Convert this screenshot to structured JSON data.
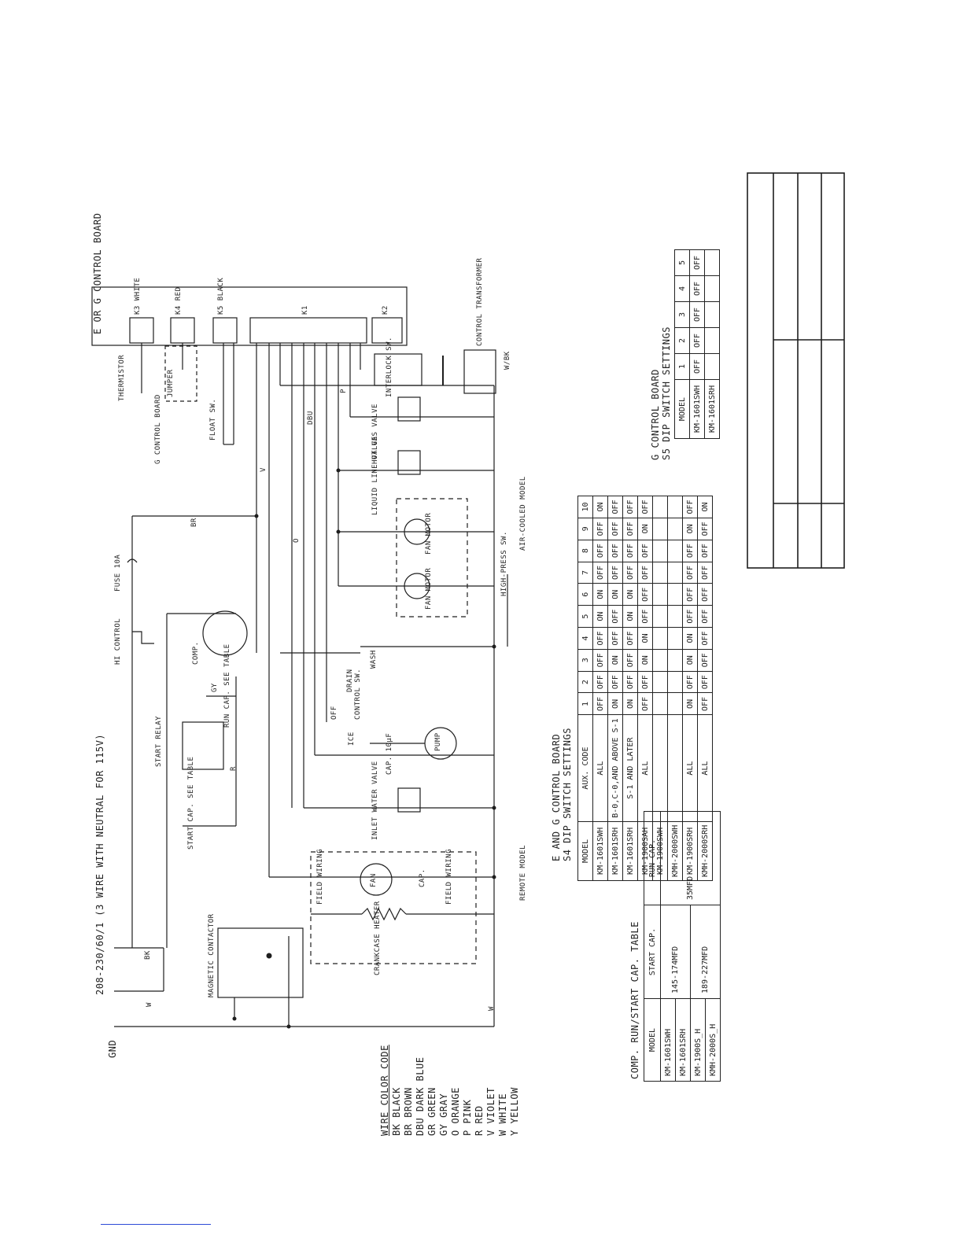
{
  "diagram": {
    "supply": "208-230/60/1 (3 WIRE WITH NEUTRAL FOR 115V)",
    "gnd": "GND",
    "remote_model": "REMOTE MODEL",
    "air_cooled_model": "AIR-COOLED MODEL",
    "g_control_board": "G CONTROL BOARD",
    "components": {
      "board": "E OR G CONTROL BOARD",
      "k3": "K3 WHITE",
      "k4": "K4 RED",
      "k5": "K5 BLACK",
      "k1": "K1",
      "k2": "K2",
      "thermistor": "THERMISTOR",
      "jumper": "JUMPER",
      "float_sw": "FLOAT SW.",
      "fuse": "FUSE 10A",
      "hi_control": "HI CONTROL",
      "comp": "COMP.",
      "run_cap": "RUN CAP. SEE TABLE",
      "start_relay": "START RELAY",
      "start_cap": "START CAP. SEE TABLE",
      "magnetic_contactor": "MAGNETIC CONTACTOR",
      "crankcase_heater": "CRANKCASE HEATER",
      "field_wiring": "FIELD WIRING",
      "fan": "FAN",
      "cap": "CAP.",
      "inlet_water_valve": "INLET WATER VALVE",
      "pump": "PUMP",
      "pump_cap": "CAP. 10μF",
      "control_sw": "CONTROL SW.",
      "ice": "ICE",
      "off": "OFF",
      "drain": "DRAIN",
      "wash": "WASH",
      "fan_sw1": "FAN MOTOR",
      "fan_sw2": "FAN MOTOR",
      "liquid_line_valve": "LIQUID LINE VALVE",
      "hot_gas_valve": "HOT GAS VALVE",
      "interlock_sw": "INTERLOCK SW.",
      "control_transformer": "CONTROL TRANSFORMER",
      "high_pressure_sw": "HIGH-PRESS SW."
    },
    "wires": [
      "BK",
      "BR",
      "DBU",
      "V",
      "W",
      "R",
      "GY",
      "O",
      "P",
      "W/BK"
    ],
    "colors": {
      "line": "#1e1e1e",
      "paper": "#ffffff",
      "link": "#2c4bd6"
    }
  },
  "legend": {
    "title": "WIRE COLOR CODE",
    "items": [
      "BK  BLACK",
      "BR  BROWN",
      "DBU DARK BLUE",
      "GR  GREEN",
      "GY  GRAY",
      "O   ORANGE",
      "P   PINK",
      "R   RED",
      "V   VIOLET",
      "W   WHITE",
      "Y   YELLOW"
    ]
  },
  "cap_table": {
    "title": "COMP. RUN/START CAP. TABLE",
    "headers": [
      "MODEL",
      "START CAP.",
      "RUN CAP."
    ],
    "rows": [
      [
        "KM-1601SWH",
        "145-174MFD",
        "35MFD"
      ],
      [
        "KM-1601SRH",
        "",
        ""
      ],
      [
        "KM-1900S_H",
        "189-227MFD",
        ""
      ],
      [
        "KMH-2000S_H",
        "",
        ""
      ]
    ]
  },
  "s4_table": {
    "title": "E AND G CONTROL BOARD",
    "subtitle": "S4 DIP SWITCH SETTINGS",
    "headers": [
      "MODEL",
      "AUX. CODE",
      "1",
      "2",
      "3",
      "4",
      "5",
      "6",
      "7",
      "8",
      "9",
      "10"
    ],
    "rows": [
      [
        "KM-1601SWH",
        "ALL",
        "OFF",
        "OFF",
        "OFF",
        "OFF",
        "ON",
        "ON",
        "OFF",
        "OFF",
        "OFF",
        "ON"
      ],
      [
        "KM-1601SRH",
        "B-0,C-0,AND ABOVE S-1",
        "ON",
        "OFF",
        "ON",
        "OFF",
        "OFF",
        "ON",
        "OFF",
        "OFF",
        "OFF",
        "OFF"
      ],
      [
        "KM-1601SRH",
        "S-1 AND LATER",
        "ON",
        "OFF",
        "OFF",
        "OFF",
        "ON",
        "ON",
        "OFF",
        "OFF",
        "OFF",
        "OFF"
      ],
      [
        "KM-1900SAH",
        "ALL",
        "OFF",
        "OFF",
        "ON",
        "ON",
        "OFF",
        "OFF",
        "OFF",
        "OFF",
        "ON",
        "OFF"
      ],
      [
        "KM-1900SWH",
        "",
        "",
        "",
        "",
        "",
        "",
        "",
        "",
        "",
        "",
        ""
      ],
      [
        "KMH-2000SWH",
        "",
        "",
        "",
        "",
        "",
        "",
        "",
        "",
        "",
        "",
        ""
      ],
      [
        "KM-1900SRH",
        "ALL",
        "ON",
        "OFF",
        "ON",
        "ON",
        "OFF",
        "OFF",
        "OFF",
        "OFF",
        "ON",
        "OFF"
      ],
      [
        "KMH-2000SRH",
        "ALL",
        "OFF",
        "OFF",
        "OFF",
        "OFF",
        "OFF",
        "OFF",
        "OFF",
        "OFF",
        "OFF",
        "ON"
      ]
    ]
  },
  "s5_table": {
    "title": "G CONTROL BOARD",
    "subtitle": "S5 DIP SWITCH SETTINGS",
    "headers": [
      "MODEL",
      "1",
      "2",
      "3",
      "4",
      "5"
    ],
    "rows": [
      [
        "KM-1601SWH",
        "OFF",
        "OFF",
        "OFF",
        "OFF",
        "OFF"
      ],
      [
        "KM-1601SRH",
        "",
        "",
        "",
        "",
        ""
      ]
    ]
  }
}
